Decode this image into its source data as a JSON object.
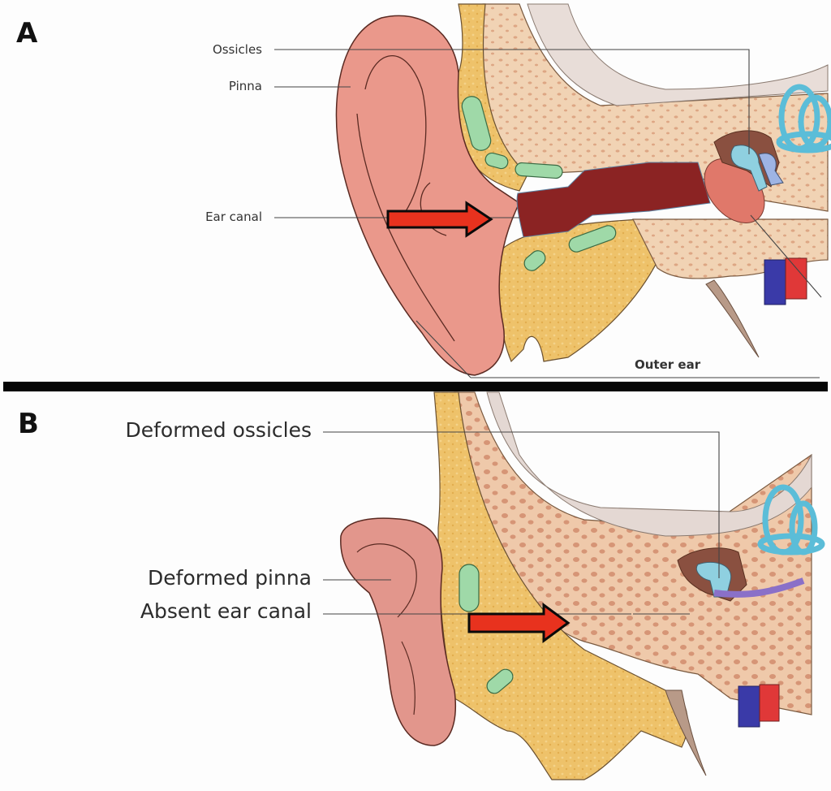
{
  "panels": [
    {
      "id": "A",
      "letter": "A",
      "labels": {
        "ossicles": "Ossicles",
        "pinna": "Pinna",
        "ear_canal": "Ear canal",
        "outer_ear": "Outer ear"
      },
      "arrow_target": "Ear canal",
      "condition": "normal"
    },
    {
      "id": "B",
      "letter": "B",
      "labels": {
        "ossicles": "Deformed ossicles",
        "pinna": "Deformed pinna",
        "ear_canal": "Absent ear canal"
      },
      "arrow_target": "Absent ear canal",
      "condition": "deformed"
    }
  ],
  "colors": {
    "skin": "#e8968a",
    "skin_dark": "#d98579",
    "cartilage": "#efc46a",
    "bone": "#f0d0b0",
    "bone_spots": "#d9a07d",
    "canal": "#8b2020",
    "arrow": "#e8321e",
    "green_gland": "#9fd9a8",
    "ossicle_blue": "#8fd0e0",
    "cochlea": "#5bbdd8",
    "vein": "#3a3aa8",
    "artery": "#e03838",
    "divider": "#050505"
  }
}
